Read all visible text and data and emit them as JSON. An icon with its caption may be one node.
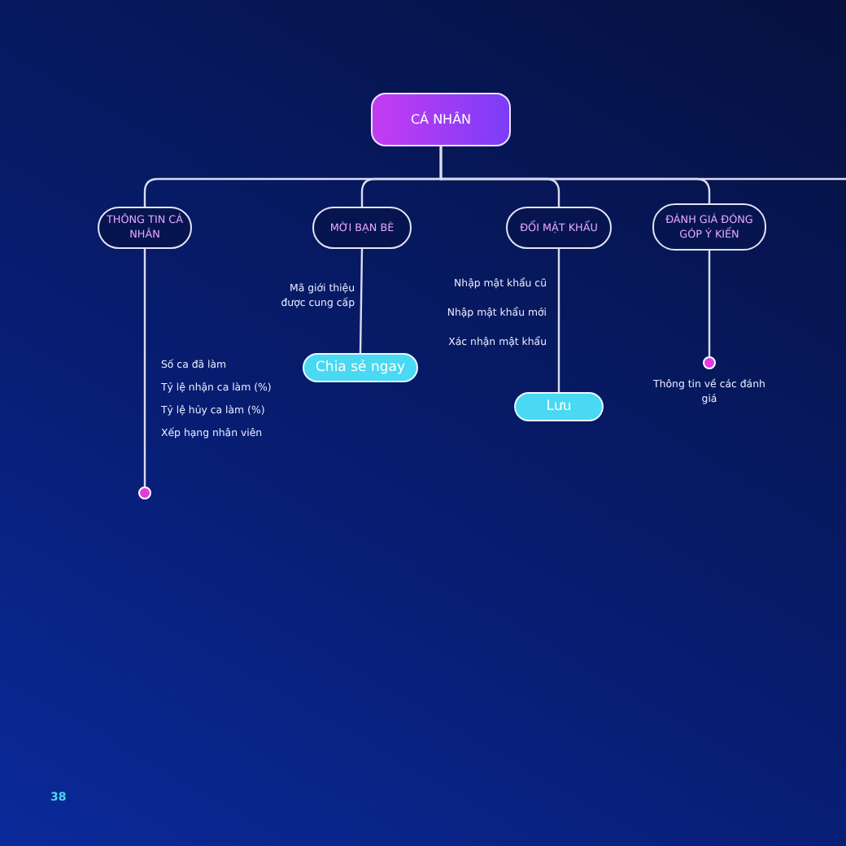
{
  "diagram": {
    "nodes": [
      {
        "text": [
          "CÁ NHÂN"
        ]
      },
      {
        "text": [
          "THÔNG TIN CÁ NHÂN"
        ]
      },
      {
        "text": [
          "MỜI BẠN BÈ"
        ]
      },
      {
        "text": [
          "ĐỔI MẬT KHẨU"
        ]
      },
      {
        "text": [
          "ĐÁNH GIÁ ĐÓNG GÓP Ý KIẾN"
        ]
      },
      {
        "text": [],
        "shape": "circle"
      },
      {
        "text": [
          "Chia sẻ ngay"
        ]
      },
      {
        "text": [
          "Lưu"
        ]
      },
      {
        "text": [],
        "shape": "circle",
        "beside": [
          "Thông tin về các đánh giá"
        ]
      }
    ],
    "edges": [
      {
        "from": 0,
        "to": 1,
        "arrow": "none"
      },
      {
        "from": 0,
        "to": 2,
        "arrow": "none"
      },
      {
        "from": 0,
        "to": 3,
        "arrow": "none"
      },
      {
        "from": 0,
        "to": 4,
        "arrow": "none"
      },
      {
        "from": 0,
        "to": null,
        "arrow": "none"
      },
      {
        "from": 1,
        "to": 5,
        "arrow": "none"
      },
      {
        "from": 2,
        "to": 6,
        "arrow": "none"
      },
      {
        "from": 3,
        "to": 7,
        "arrow": "none"
      },
      {
        "from": 4,
        "to": 8,
        "arrow": "none"
      }
    ],
    "labels": [
      "Nhập mật khẩu cũ",
      "Mã giới thiệu được cung cấp",
      "Nhập mật khẩu mới",
      "Xác nhận mật khẩu",
      "Số ca đã làm",
      "Tỷ lệ nhận ca làm (%)",
      "Tỷ lệ hủy ca làm (%)",
      "Xếp hạng nhân viên",
      "38"
    ]
  }
}
